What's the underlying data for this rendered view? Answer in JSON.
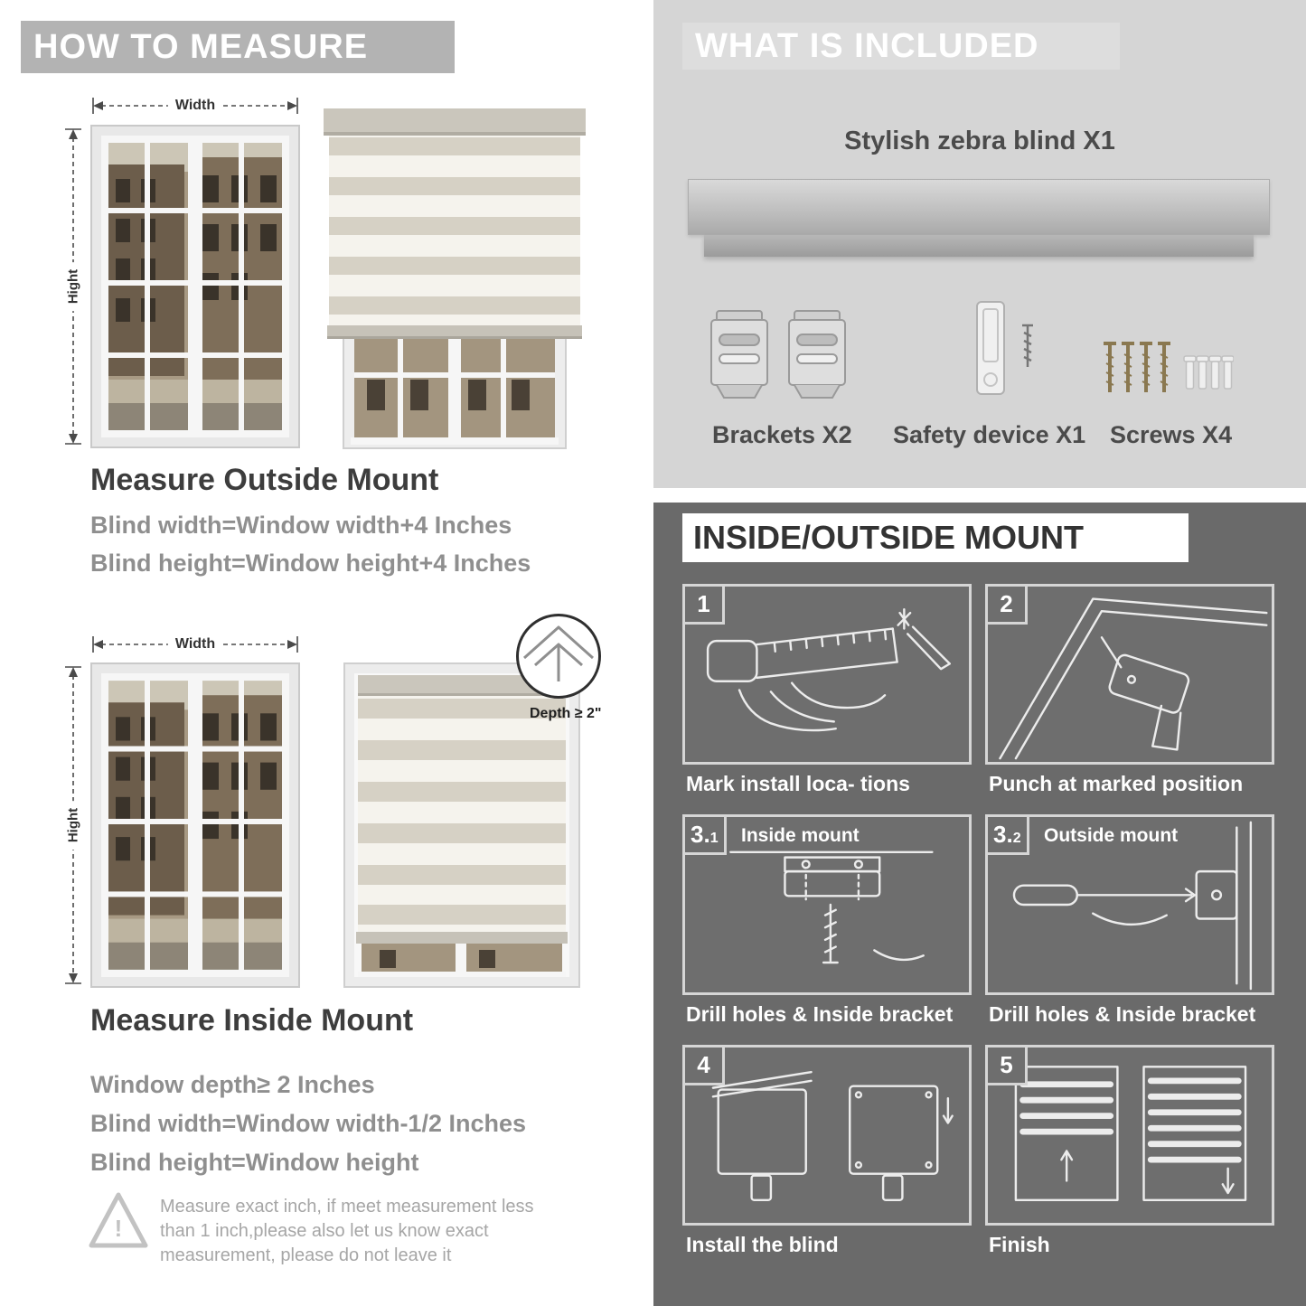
{
  "left": {
    "header": "HOW TO MEASURE",
    "figures": {
      "width_label": "Width",
      "height_label": "Hight",
      "depth_label": "Depth ≥ 2\""
    },
    "outside": {
      "title": "Measure Outside Mount",
      "lines": [
        "Blind width=Window width+4 Inches",
        "Blind height=Window height+4 Inches"
      ]
    },
    "inside": {
      "title": "Measure Inside Mount",
      "lines": [
        "Window depth≥ 2 Inches",
        "Blind width=Window width-1/2 Inches",
        "Blind height=Window height"
      ]
    },
    "note": {
      "icon": "!",
      "text": "Measure exact inch, if meet measurement less than 1 inch,please also let us know exact measurement, please do not leave it"
    }
  },
  "included": {
    "header": "WHAT IS INCLUDED",
    "blind_label": "Stylish zebra blind X1",
    "items": [
      {
        "label": "Brackets X2"
      },
      {
        "label": "Safety device X1"
      },
      {
        "label": "Screws X4"
      }
    ]
  },
  "mount": {
    "header": "INSIDE/OUTSIDE MOUNT",
    "steps": [
      {
        "num": "1",
        "sub": "",
        "label": "",
        "caption": "Mark install loca- tions"
      },
      {
        "num": "2",
        "sub": "",
        "label": "",
        "caption": "Punch at  marked position"
      },
      {
        "num": "3.",
        "sub": "1",
        "label": "Inside mount",
        "caption": "Drill holes &  Inside bracket"
      },
      {
        "num": "3.",
        "sub": "2",
        "label": "Outside mount",
        "caption": "Drill holes &  Inside bracket"
      },
      {
        "num": "4",
        "sub": "",
        "label": "",
        "caption": "Install the blind"
      },
      {
        "num": "5",
        "sub": "",
        "label": "",
        "caption": "Finish"
      }
    ]
  },
  "colors": {
    "left_banner": "#b3b3b3",
    "right_top_bg": "#d5d5d5",
    "right_bottom_bg": "#6a6a6a",
    "heading_text": "#3d3d3d",
    "formula_text": "#8f8f8f"
  }
}
